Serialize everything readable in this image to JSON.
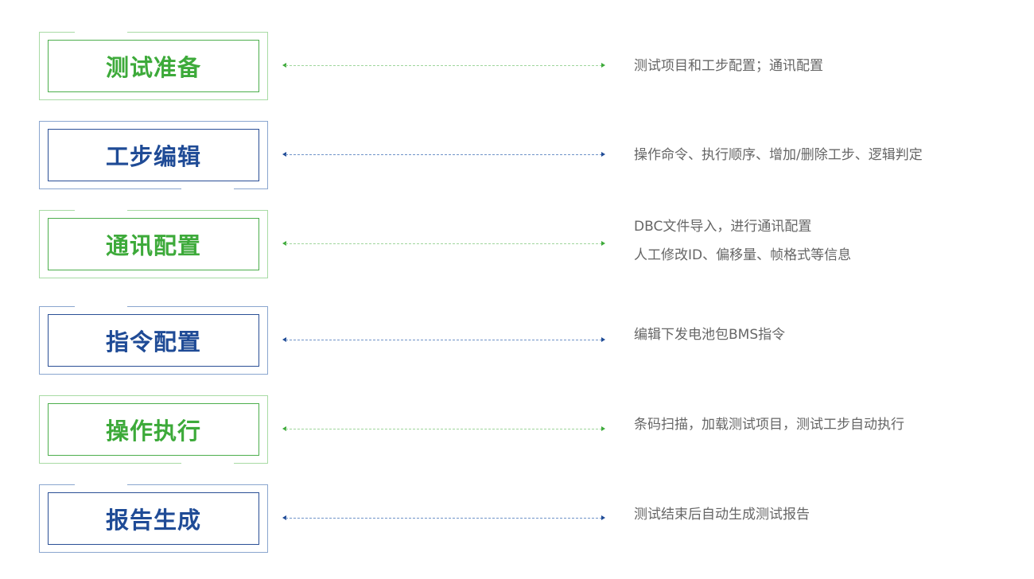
{
  "diagram": {
    "steps": [
      {
        "title": "测试准备",
        "theme": "green",
        "description": [
          "测试项目和工步配置；通讯配置"
        ]
      },
      {
        "title": "工步编辑",
        "theme": "blue",
        "description": [
          "操作命令、执行顺序、增加/删除工步、逻辑判定"
        ]
      },
      {
        "title": "通讯配置",
        "theme": "green",
        "description": [
          "DBC文件导入，进行通讯配置",
          "人工修改ID、偏移量、帧格式等信息"
        ]
      },
      {
        "title": "指令配置",
        "theme": "blue",
        "description": [
          "编辑下发电池包BMS指令"
        ]
      },
      {
        "title": "操作执行",
        "theme": "green",
        "description": [
          "条码扫描，加载测试项目，测试工步自动执行"
        ]
      },
      {
        "title": "报告生成",
        "theme": "blue",
        "description": [
          "测试结束后自动生成测试报告"
        ]
      }
    ],
    "colors": {
      "green_text": "#3daa3a",
      "green_border": "#4cae4c",
      "blue_text": "#1f4b96",
      "blue_border": "#2a4f96",
      "description_text": "#666666"
    }
  }
}
